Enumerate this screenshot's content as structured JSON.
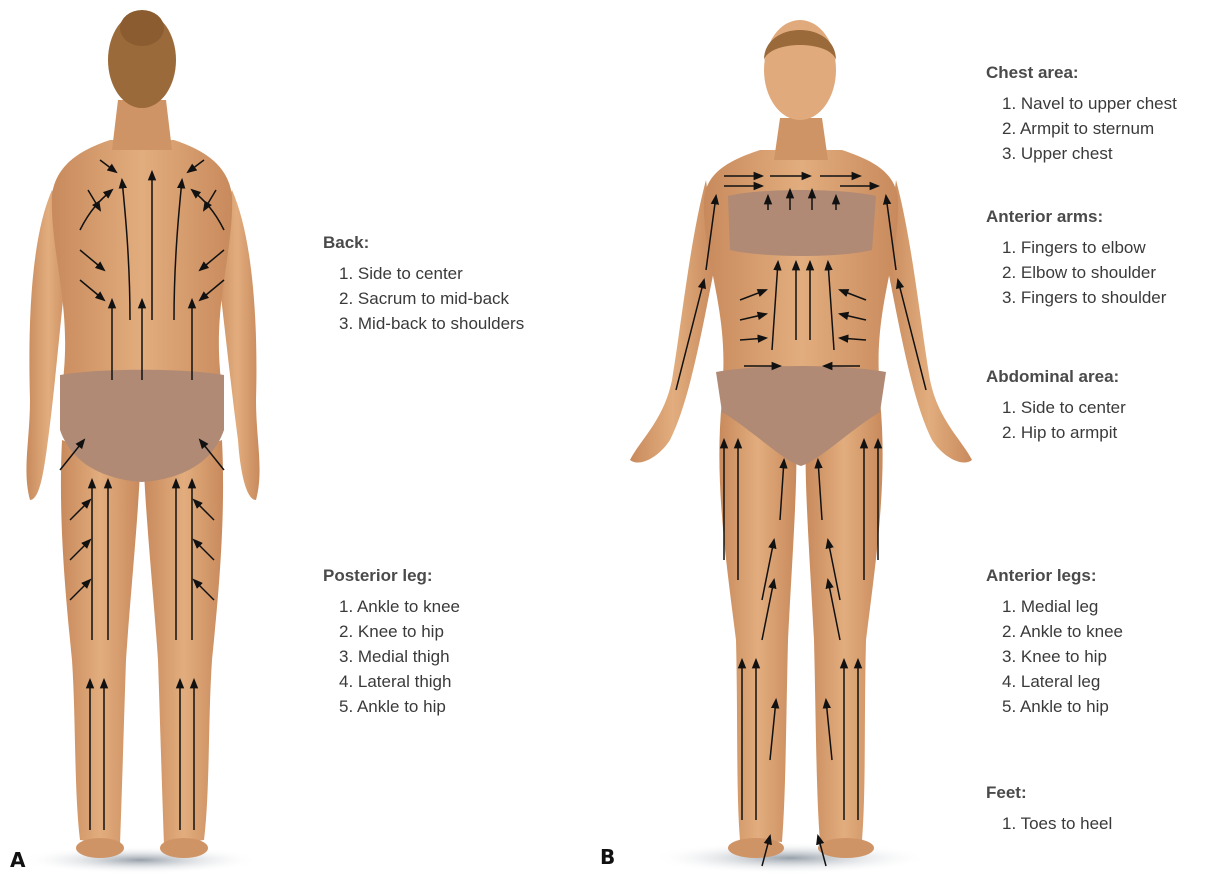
{
  "panels": {
    "a_letter": "A",
    "b_letter": "B"
  },
  "back_group": {
    "heading": "Back:",
    "items": [
      "1. Side to center",
      "2. Sacrum to mid-back",
      "3. Mid-back to shoulders"
    ]
  },
  "posterior_leg_group": {
    "heading": "Posterior leg:",
    "items": [
      "1. Ankle to knee",
      "2. Knee to hip",
      "3. Medial thigh",
      "4. Lateral thigh",
      "5. Ankle to hip"
    ]
  },
  "chest_group": {
    "heading": "Chest area:",
    "items": [
      "1. Navel to upper chest",
      "2. Armpit to sternum",
      "3. Upper chest"
    ]
  },
  "arms_group": {
    "heading": "Anterior arms:",
    "items": [
      "1. Fingers to elbow",
      "2. Elbow to shoulder",
      "3. Fingers to shoulder"
    ]
  },
  "abdominal_group": {
    "heading": "Abdominal area:",
    "items": [
      "1. Side to center",
      "2. Hip to armpit"
    ]
  },
  "anterior_legs_group": {
    "heading": "Anterior legs:",
    "items": [
      "1. Medial leg",
      "2. Ankle to knee",
      "3. Knee to hip",
      "4. Lateral leg",
      "5. Ankle to hip"
    ]
  },
  "feet_group": {
    "heading": "Feet:",
    "items": [
      "1. Toes to heel"
    ]
  },
  "colors": {
    "skin": "#d9a171",
    "skin_shade": "#b97e52",
    "hair": "#9a6a3a",
    "underwear": "#b08a74",
    "arrow": "#111111",
    "shadow": "#9aa3ad"
  }
}
